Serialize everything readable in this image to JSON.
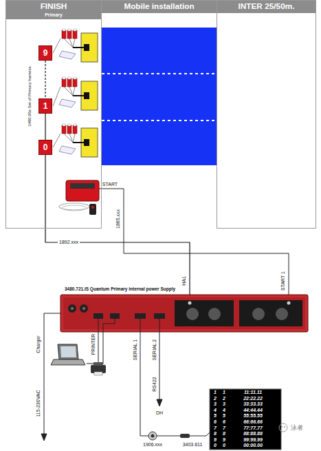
{
  "diagram": {
    "nodes": [
      {
        "text": [
          "FINISH",
          "Primary"
        ]
      },
      {
        "text": [
          "Mobile installation"
        ]
      },
      {
        "text": [
          "INTER 25/50m."
        ]
      },
      {
        "text": [
          "9"
        ],
        "in": 0
      },
      {
        "text": [
          "1"
        ],
        "in": 0
      },
      {
        "text": [
          "0"
        ],
        "in": 0
      },
      {
        "text": [
          "3480.721.IS Quantum Primary internal power Supply"
        ]
      }
    ],
    "edges": [
      {
        "from": 3,
        "to": 4,
        "arrow": "none"
      },
      {
        "from": 4,
        "to": 5,
        "arrow": "none"
      },
      {
        "from": 5,
        "to": 6,
        "arrow": "none",
        "label": "1892.xxx"
      }
    ],
    "labels": [
      "3480.95x Set of Primary harness",
      "START",
      "1865.xxx",
      "HA1",
      "START 1",
      "PRINTER",
      "SERIAL 1",
      "SERIAL 2",
      "Charger",
      "115-230VAC",
      "RS422",
      "DH",
      "1906.xxx",
      "3403.611",
      "1",
      "1",
      "11:11.11",
      "2",
      "2",
      "22:22.22",
      "3",
      "3",
      "33:33.33",
      "4",
      "4",
      "44:44.44",
      "5",
      "5",
      "55:55.55",
      "6",
      "6",
      "66:66.66",
      "7",
      "7",
      "77:77.77",
      "8",
      "8",
      "88:88.88",
      "9",
      "9",
      "99:99.99",
      "0",
      "0",
      "00:00.00",
      "泳者"
    ]
  }
}
